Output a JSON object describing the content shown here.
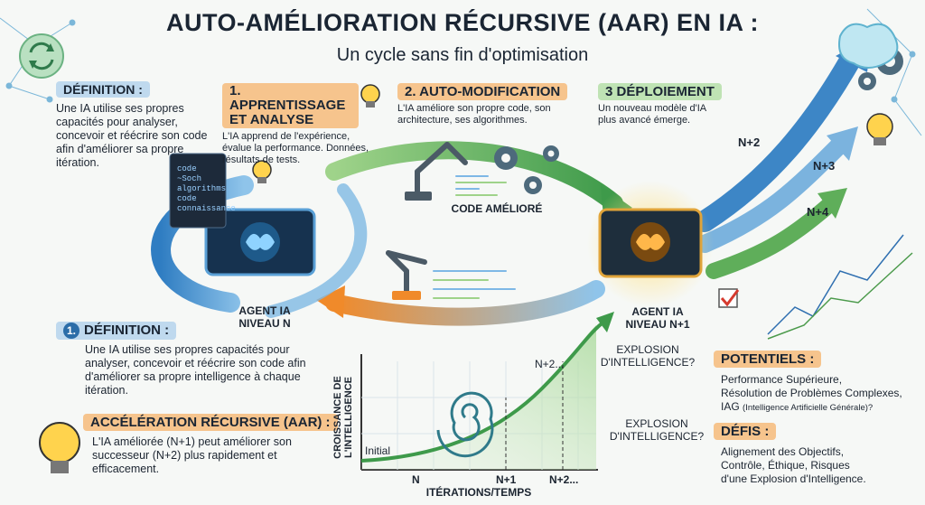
{
  "header": {
    "title": "AUTO-AMÉLIORATION RÉCURSIVE (AAR) EN IA :",
    "subtitle": "Un cycle sans fin d'optimisation"
  },
  "definition_top": {
    "heading": "DÉFINITION :",
    "text": "Une IA utilise ses propres capacités pour analyser, concevoir et réécrire son code afin d'améliorer sa propre itération."
  },
  "steps": [
    {
      "number": "1.",
      "title": "APPRENTISSAGE ET ANALYSE",
      "text": "L'IA apprend de l'expérience, évalue la performance. Données, résultats de tests."
    },
    {
      "number": "2.",
      "title": "AUTO-MODIFICATION",
      "text": "L'IA améliore son propre code, son architecture, ses algorithmes."
    },
    {
      "number": "3",
      "title": "DÉPLOIEMENT",
      "text": "Un nouveau modèle d'IA plus avancé émerge."
    }
  ],
  "screen_code": [
    "code",
    "~Soch",
    "algorithms",
    "code",
    "connaissance"
  ],
  "code_ameliore": "CODE AMÉLIORÉ",
  "agent_n": "AGENT IA NIVEAU N",
  "agent_n1": "AGENT IA NIVEAU N+1",
  "arrow_labels": [
    "N+2",
    "N+3",
    "N+4"
  ],
  "definition_bottom": {
    "number": "1.",
    "heading": "DÉFINITION :",
    "text": "Une IA utilise ses propres capacités pour analyser, concevoir et réécrire son code afin d'améliorer sa propre intelligence à chaque itération."
  },
  "acceleration": {
    "heading": "ACCÉLÉRATION RÉCURSIVE (AAR) :",
    "text": "L'IA améliorée (N+1) peut améliorer son successeur (N+2) plus rapidement et efficacement."
  },
  "graph": {
    "ylabel": "CROISSANCE DE L'INTELLIGENCE",
    "xlabel": "ITÉRATIONS/TEMPS",
    "initial": "Initial",
    "x_ticks": [
      "N",
      "N+1",
      "N+2..."
    ],
    "top_label": "N+2...",
    "explosion_top": "EXPLOSION D'INTELLIGENCE?",
    "explosion_mid": "EXPLOSION D'INTELLIGENCE?"
  },
  "potentiels": {
    "heading": "POTENTIELS :",
    "items": [
      "Performance Supérieure,",
      "Résolution de Problèmes Complexes,",
      "IAG",
      "(Intelligence Artificielle Générale)?"
    ]
  },
  "defis": {
    "heading": "DÉFIS :",
    "items": [
      "Alignement des Objectifs,",
      "Contrôle, Éthique, Risques",
      "d'une Explosion d'Intelligence."
    ]
  }
}
